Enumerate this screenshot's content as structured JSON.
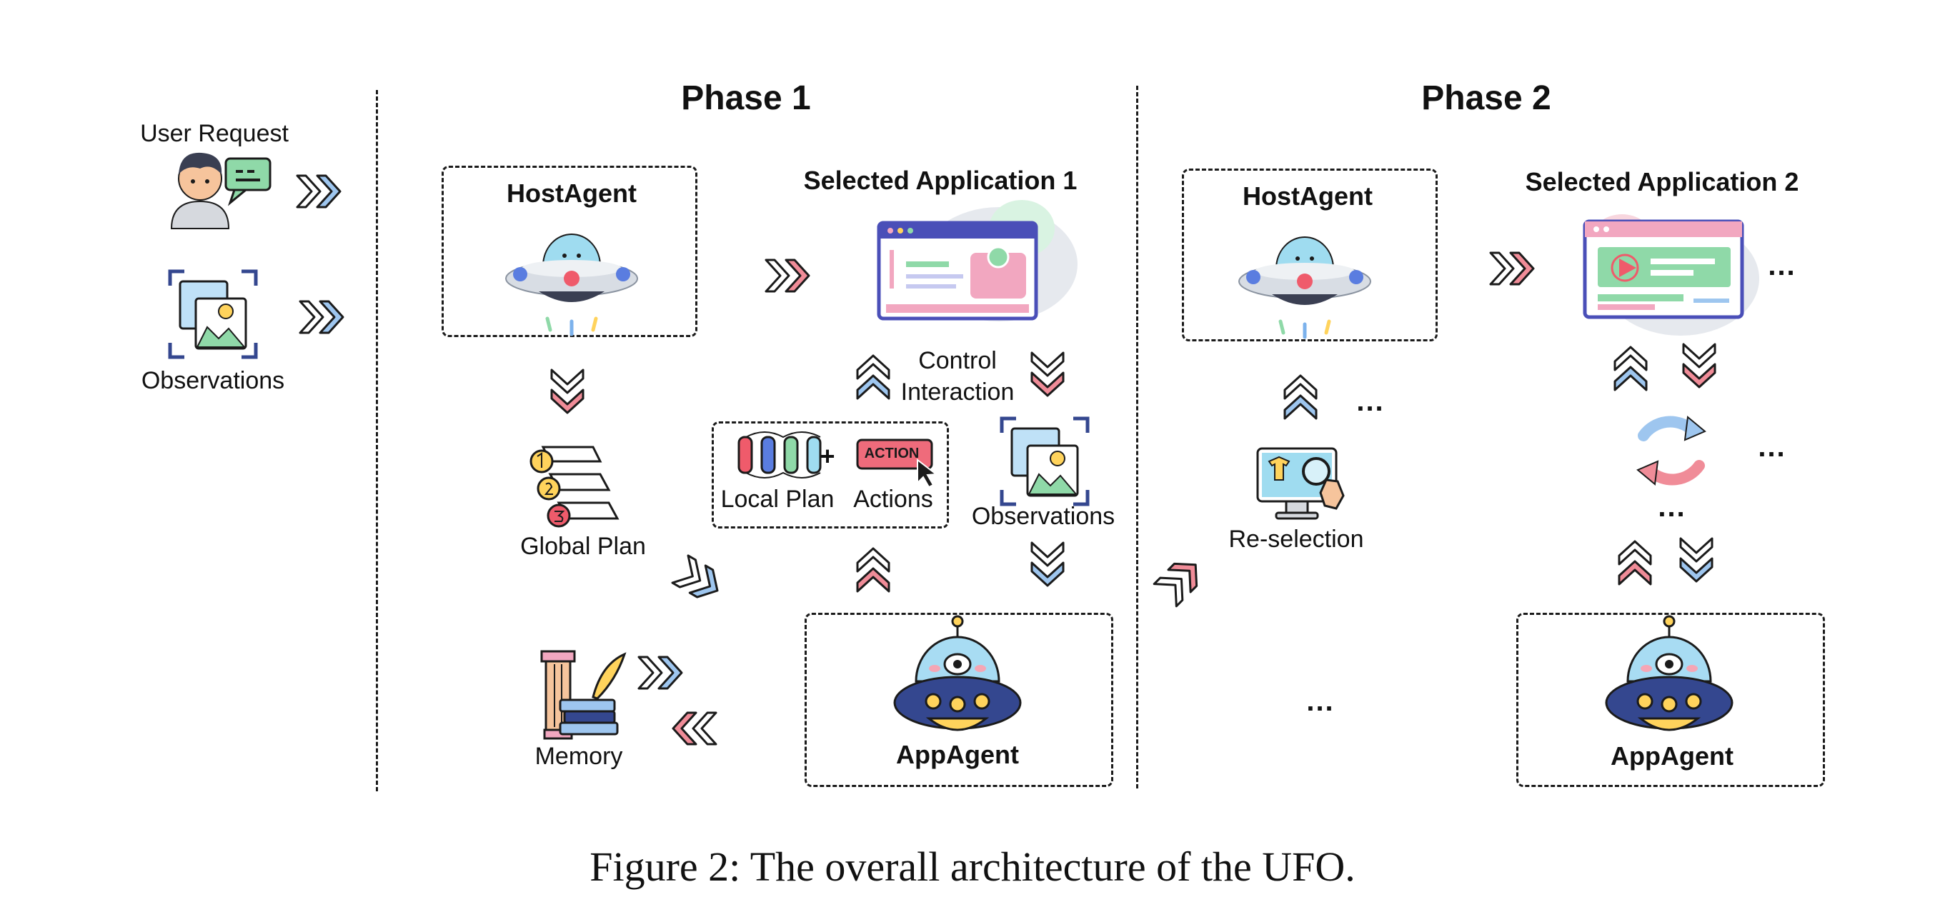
{
  "colors": {
    "blue": "#9ec6ef",
    "pink": "#f08c98",
    "outline": "#1b1b1b",
    "green": "#8fd9a8",
    "screen_frame": "#4a4fb8",
    "screen_pink": "#f2a7c0",
    "ufo_teal": "#9fdcf0",
    "ufo_navy": "#34478f",
    "ufo_yellow": "#ffd35c"
  },
  "inputs": {
    "user_request_label": "User Request",
    "observations_label": "Observations",
    "user_icon": "user-person-chat-icon",
    "observations_icon": "image-gallery-icon"
  },
  "phase1": {
    "title": "Phase 1",
    "hostagent_label": "HostAgent",
    "hostagent_icon": "ufo-icon",
    "selected_app_label": "Selected Application 1",
    "selected_app_icon": "app-window-icon",
    "global_plan_label": "Global Plan",
    "global_plan_icon": "numbered-list-icon",
    "memory_label": "Memory",
    "memory_icon": "column-books-quill-icon",
    "control_interaction_line1": "Control",
    "control_interaction_line2": "Interaction",
    "local_plan_label": "Local Plan",
    "plus_sign": "+",
    "actions_label": "Actions",
    "action_badge_text": "ACTION",
    "observations_label": "Observations",
    "appagent_label": "AppAgent",
    "appagent_icon": "robot-ufo-icon"
  },
  "phase2": {
    "title": "Phase 2",
    "hostagent_label": "HostAgent",
    "selected_app_label": "Selected Application 2",
    "reselection_label": "Re-selection",
    "reselection_icon": "monitor-touch-icon",
    "cycle_icon": "refresh-cycle-icon",
    "appagent_label": "AppAgent",
    "ellipsis": "..."
  },
  "caption": "Figure 2: The overall architecture of the UFO."
}
